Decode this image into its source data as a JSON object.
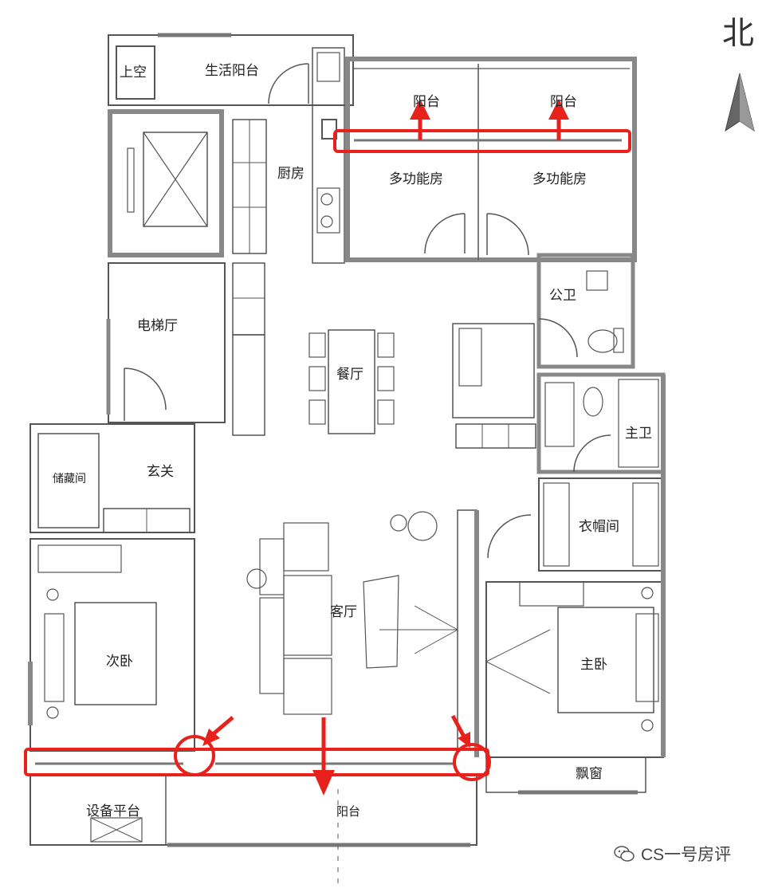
{
  "north_label": "北",
  "rooms": {
    "upper_void": "上空",
    "service_balcony": "生活阳台",
    "kitchen": "厨房",
    "balcony_north_left": "阳台",
    "balcony_north_right": "阳台",
    "multi_room_left": "多功能房",
    "multi_room_right": "多功能房",
    "public_bath": "公卫",
    "elevator_hall": "电梯厅",
    "dining": "餐厅",
    "master_bath": "主卫",
    "foyer": "玄关",
    "storage": "储藏间",
    "walk_in_closet": "衣帽间",
    "living_room": "客厅",
    "second_bedroom": "次卧",
    "master_bedroom": "主卧",
    "bay_window": "飘窗",
    "equipment_platform": "设备平台",
    "south_balcony": "阳台"
  },
  "watermark": "CS一号房评",
  "colors": {
    "wall": "#8a8a8a",
    "line": "#555555",
    "annotation": "#e8211c"
  }
}
